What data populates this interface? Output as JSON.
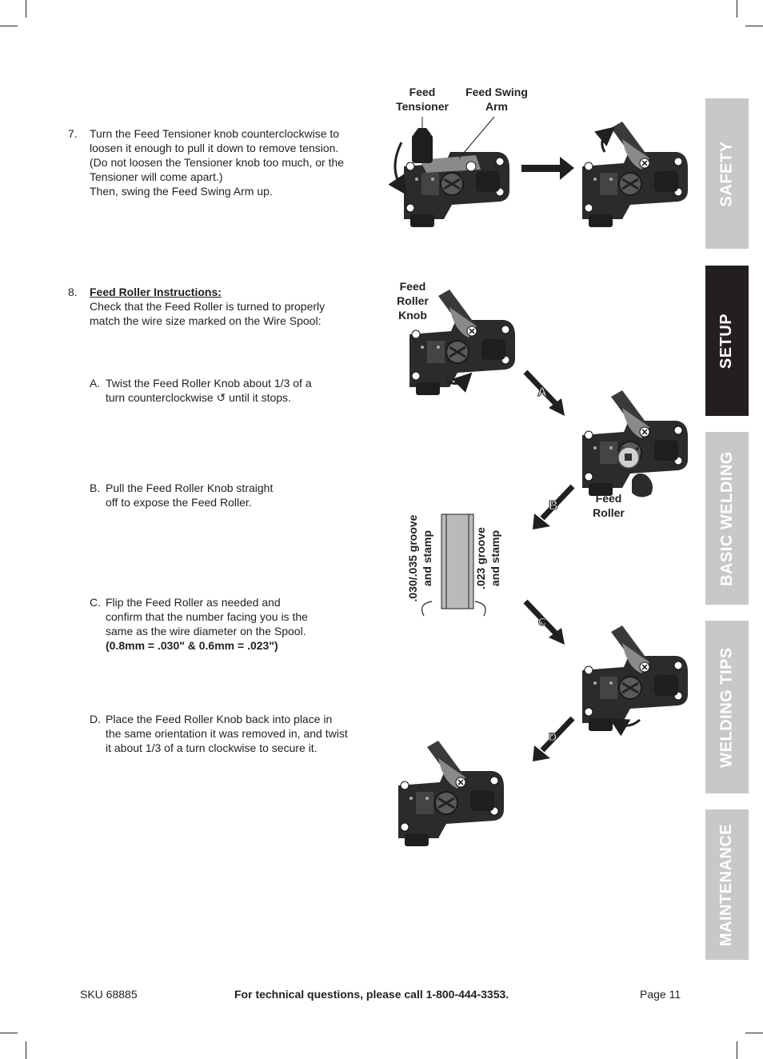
{
  "steps": {
    "step7": {
      "number": "7.",
      "lines": [
        "Turn the Feed Tensioner knob counterclockwise to",
        "loosen it enough to pull it down to remove tension.",
        "(Do not loosen the Tensioner knob too much, or the",
        "Tensioner will come apart.)",
        "Then, swing the Feed Swing Arm up."
      ]
    },
    "step8": {
      "number": "8.",
      "heading": "Feed Roller Instructions:",
      "lines": [
        "Check that the Feed Roller is turned to properly",
        "match the wire size marked on the Wire Spool:"
      ]
    },
    "substeps": {
      "a": {
        "letter": "A.",
        "lines": [
          "Twist the Feed Roller Knob about 1/3 of a",
          "turn counterclockwise ↺ until it stops."
        ]
      },
      "b": {
        "letter": "B.",
        "lines": [
          "Pull the Feed Roller Knob straight",
          "off to expose the Feed Roller."
        ]
      },
      "c": {
        "letter": "C.",
        "lines": [
          "Flip the Feed Roller as needed and",
          "confirm that the number facing you is the",
          "same as the wire diameter on the Spool."
        ],
        "bold_line": "(0.8mm = .030\" & 0.6mm = .023\")"
      },
      "d": {
        "letter": "D.",
        "lines": [
          "Place the Feed Roller Knob back into place in",
          "the same orientation it was removed in, and twist",
          "it about 1/3 of a turn clockwise to secure it."
        ]
      }
    }
  },
  "figure_labels": {
    "feed_tensioner": [
      "Feed",
      "Tensioner"
    ],
    "feed_swing_arm": [
      "Feed Swing",
      "Arm"
    ],
    "feed_roller_knob": [
      "Feed",
      "Roller",
      "Knob"
    ],
    "feed_roller": [
      "Feed",
      "Roller"
    ],
    "groove_030": [
      ".030/.035 groove",
      "and stamp"
    ],
    "groove_023": [
      ".023 groove",
      "and stamp"
    ],
    "arrow_a": "A",
    "arrow_b": "B",
    "arrow_c": "C",
    "arrow_d": "D"
  },
  "side_tabs": [
    {
      "label": "SAFETY",
      "active": false
    },
    {
      "label": "SETUP",
      "active": true
    },
    {
      "label": "BASIC WELDING",
      "active": false
    },
    {
      "label": "WELDING TIPS",
      "active": false
    },
    {
      "label": "MAINTENANCE",
      "active": false
    }
  ],
  "footer": {
    "sku": "SKU 68885",
    "tech_line": "For technical questions, please call 1-800-444-3353.",
    "page": "Page 11"
  },
  "colors": {
    "text": "#231f20",
    "tab_inactive": "#c7c8ca",
    "tab_active": "#231f20",
    "mechanism_dark": "#2b2b2b",
    "mechanism_gray": "#7d7d7d"
  }
}
